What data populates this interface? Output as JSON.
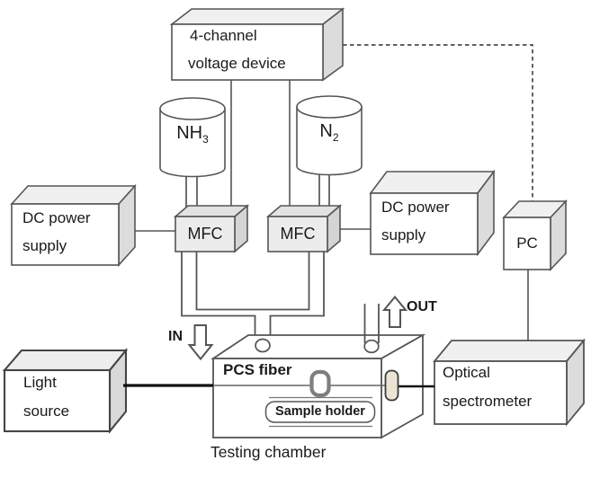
{
  "nodes": {
    "voltage_device": {
      "line1": "4-channel",
      "line2": "voltage device"
    },
    "gas_cylinder_nh3": {
      "formula": "NH",
      "subscript": "3"
    },
    "gas_cylinder_n2": {
      "formula": "N",
      "subscript": "2"
    },
    "dc_power_supply_left": {
      "line1": "DC power",
      "line2": "supply"
    },
    "dc_power_supply_right": {
      "line1": "DC power",
      "line2": "supply"
    },
    "mfc_left": {
      "label": "MFC"
    },
    "mfc_right": {
      "label": "MFC"
    },
    "pc": {
      "label": "PC"
    },
    "light_source": {
      "line1": "Light",
      "line2": "source"
    },
    "optical_spectrometer": {
      "line1": "Optical",
      "line2": "spectrometer"
    },
    "testing_chamber": {
      "pcs_fiber_label": "PCS fiber",
      "sample_holder_label": "Sample holder",
      "caption": "Testing chamber"
    }
  },
  "flow_labels": {
    "in": "IN",
    "out": "OUT"
  },
  "colors": {
    "stroke": "#555555",
    "text": "#1a1a1a",
    "box_top_face": "#f0f0f0",
    "box_side_face": "#dcdcdc",
    "mfc_front_face": "#ececec",
    "optical_window_fill": "#eae5d2",
    "fiber_clamp_stroke": "#7e7e7e",
    "fiber_line": "#111111"
  }
}
